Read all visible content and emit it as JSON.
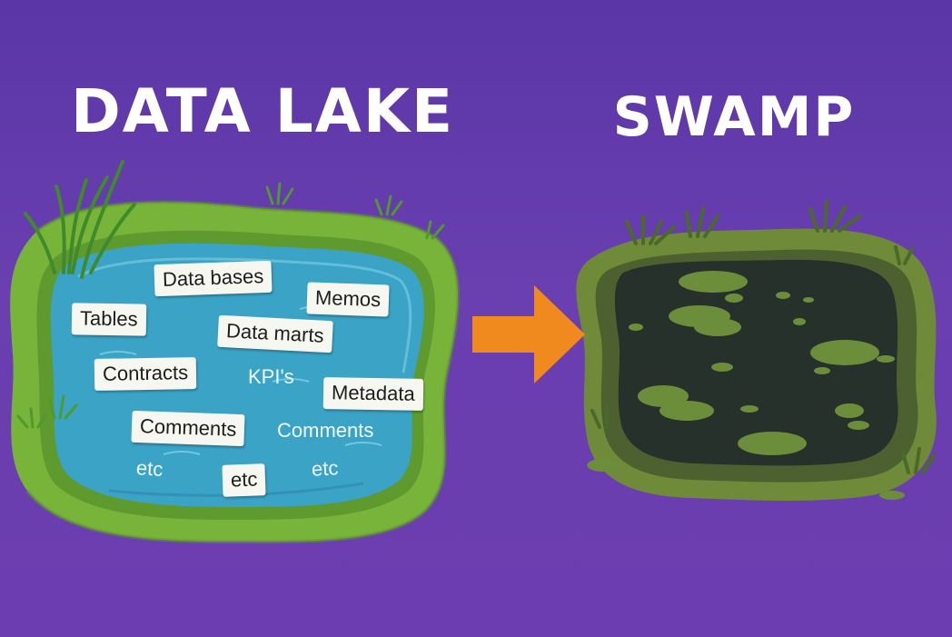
{
  "left_title": "DATA LAKE",
  "right_title": "SWAMP",
  "lake_labels": {
    "data_bases": "Data bases",
    "memos": "Memos",
    "tables": "Tables",
    "data_marts": "Data marts",
    "contracts": "Contracts",
    "kpis": "KPI's",
    "metadata": "Metadata",
    "comments_card": "Comments",
    "comments_loose": "Comments",
    "etc_left": "etc",
    "etc_card": "etc",
    "etc_right": "etc"
  },
  "colors": {
    "background": "#6a3fb0",
    "grass": "#7ab33a",
    "water": "#3aa0c4",
    "arrow": "#f08a1e",
    "swamp_water": "#25302b",
    "swamp_moss": "#6f8f3a"
  },
  "icons": [
    "grass-icon",
    "arrow-right-icon",
    "lily-pad-icon"
  ]
}
